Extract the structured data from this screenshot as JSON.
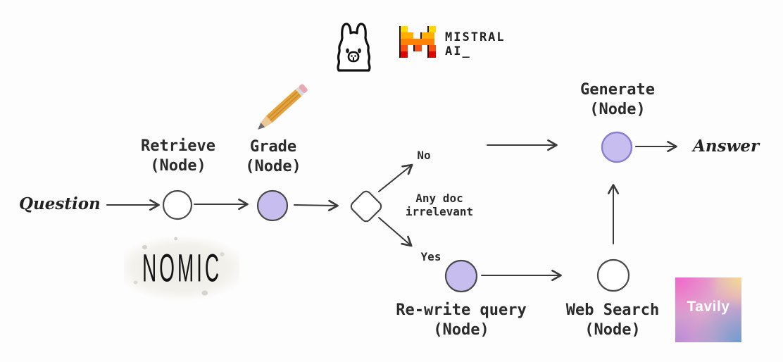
{
  "diagram": {
    "question_label": "Question",
    "answer_label": "Answer",
    "nodes": {
      "retrieve": {
        "title": "Retrieve",
        "subtitle": "(Node)"
      },
      "grade": {
        "title": "Grade",
        "subtitle": "(Node)"
      },
      "generate": {
        "title": "Generate",
        "subtitle": "(Node)"
      },
      "rewrite": {
        "title": "Re-write query",
        "subtitle": "(Node)"
      },
      "websearch": {
        "title": "Web Search",
        "subtitle": "(Node)"
      }
    },
    "decision": {
      "no_label": "No",
      "yes_label": "Yes",
      "condition_line1": "Any doc",
      "condition_line2": "irrelevant"
    },
    "colors": {
      "ink": "#3a3a3a",
      "node_purple_fill": "#c7bdef",
      "node_purple_stroke": "#8a7fd0",
      "node_dark_stroke": "#4a4a4a",
      "node_white_fill": "#ffffff"
    }
  },
  "logos": {
    "ollama": {
      "name": "ollama-llama"
    },
    "mistral": {
      "line1": "MISTRAL",
      "line2": "AI_",
      "palette": [
        "#ffd800",
        "#ffaf00",
        "#ff8205",
        "#fa500f",
        "#e10500"
      ]
    },
    "nomic": {
      "label": "NOMIC"
    },
    "tavily": {
      "label": "Tavily"
    }
  }
}
